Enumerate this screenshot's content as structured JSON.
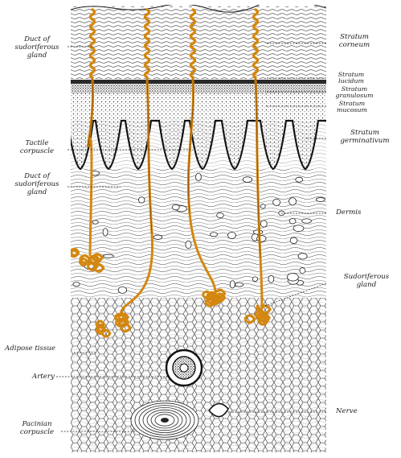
{
  "figure": {
    "left_labels": [
      {
        "id": "duct-1",
        "lines": [
          "Duct of",
          "sudoriferous",
          "gland"
        ]
      },
      {
        "id": "tactile",
        "lines": [
          "Tactile",
          "corpuscle"
        ]
      },
      {
        "id": "duct-2",
        "lines": [
          "Duct of",
          "sudoriferous",
          "gland"
        ]
      },
      {
        "id": "adipose",
        "lines": [
          "Adipose tissue"
        ]
      },
      {
        "id": "artery",
        "lines": [
          "Artery"
        ]
      },
      {
        "id": "pacinian",
        "lines": [
          "Pacinian",
          "corpuscle"
        ]
      }
    ],
    "right_labels": [
      {
        "id": "corneum",
        "lines": [
          "Stratum",
          "corneum"
        ]
      },
      {
        "id": "lucidum",
        "lines": [
          "Stratum",
          "lucidum"
        ]
      },
      {
        "id": "granulosum",
        "lines": [
          "Stratum",
          "granulosum"
        ]
      },
      {
        "id": "mucosum",
        "lines": [
          "Stratum",
          "mucosum"
        ]
      },
      {
        "id": "germinativum",
        "lines": [
          "Stratum",
          "germinativum"
        ]
      },
      {
        "id": "dermis",
        "lines": [
          "Dermis"
        ]
      },
      {
        "id": "sudoriferous",
        "lines": [
          "Sudoriferous",
          "gland"
        ]
      },
      {
        "id": "nerve",
        "lines": [
          "Nerve"
        ]
      }
    ],
    "colors": {
      "ink": "#1a1a1a",
      "duct": "#d4870f",
      "duct_dark": "#8a4d06",
      "paper": "#ffffff"
    }
  }
}
